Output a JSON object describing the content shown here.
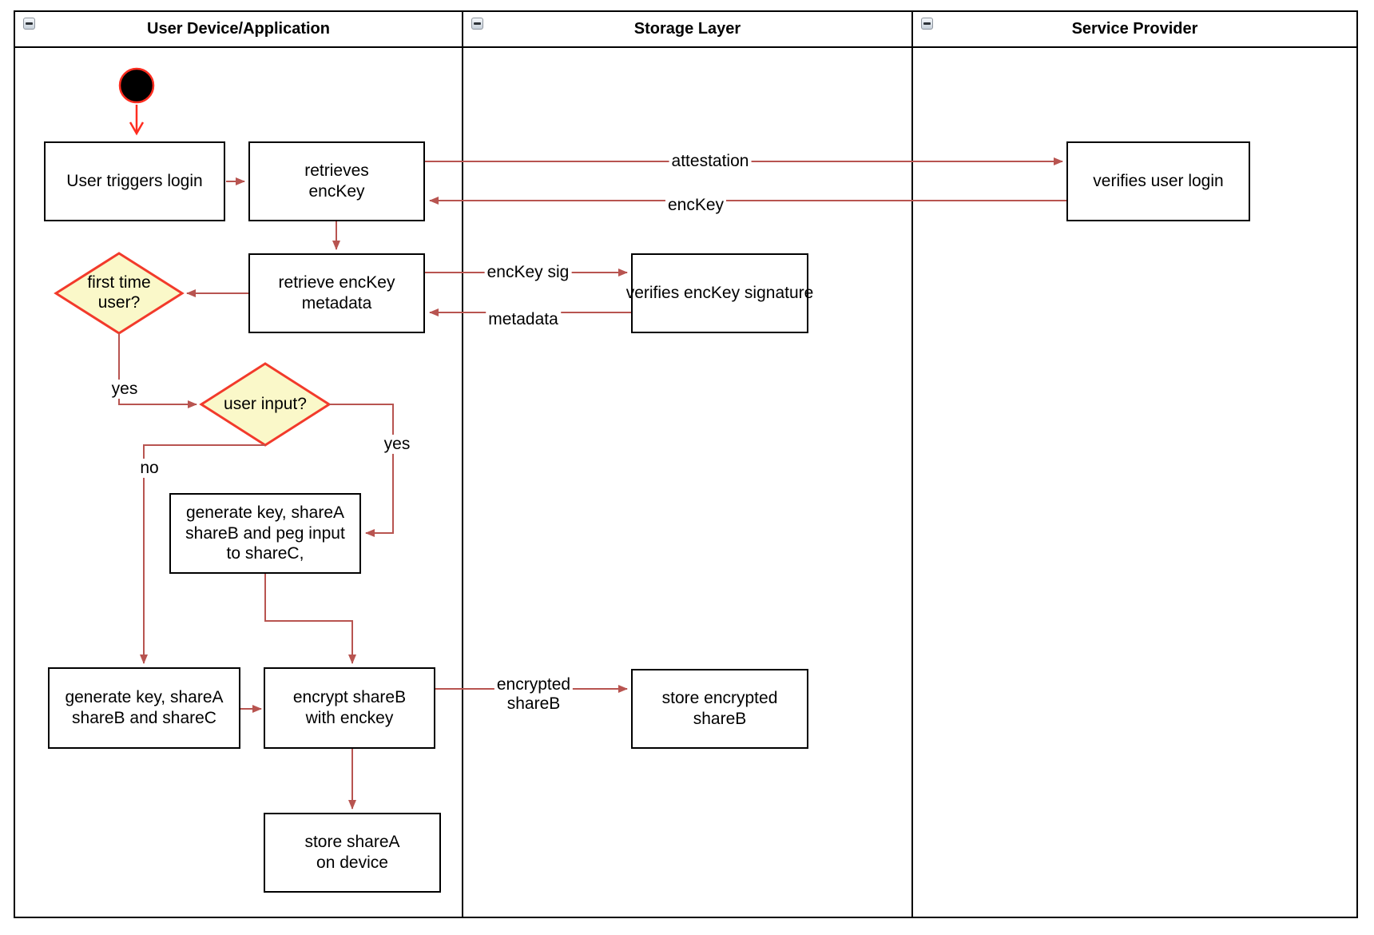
{
  "lanes": [
    {
      "label": "User Device/Application"
    },
    {
      "label": "Storage Layer"
    },
    {
      "label": "Service Provider"
    }
  ],
  "nodes": {
    "user_triggers_login": "User triggers login",
    "retrieves_enckey": "retrieves\nencKey",
    "verifies_user_login": "verifies user login",
    "retrieve_enckey_metadata": "retrieve encKey\nmetadata",
    "verifies_enckey_signature": "verifies encKey signature",
    "first_time_user": "first time\nuser?",
    "user_input": "user input?",
    "generate_key_peg_input": "generate key, shareA\nshareB and peg input\nto shareC,",
    "generate_key_sharec": "generate key, shareA\nshareB and shareC",
    "encrypt_shareb": "encrypt shareB\nwith enckey",
    "store_encrypted_shareb": "store encrypted\nshareB",
    "store_sharea_on_device": "store shareA\non device"
  },
  "edge_labels": {
    "attestation": "attestation",
    "enckey": "encKey",
    "enckey_sig": "encKey sig",
    "metadata": "metadata",
    "yes_first_time": "yes",
    "yes_user_input": "yes",
    "no_user_input": "no",
    "encrypted_shareb": "encrypted\nshareB"
  },
  "colors": {
    "arrow": "#B85450",
    "start_arrow": "#FF2D20",
    "decision_fill": "#FAF8C9",
    "decision_border": "#F23A2B",
    "start_fill": "#000000",
    "start_border": "#FF2D20",
    "box_border": "#000000",
    "lane_border": "#000000"
  }
}
